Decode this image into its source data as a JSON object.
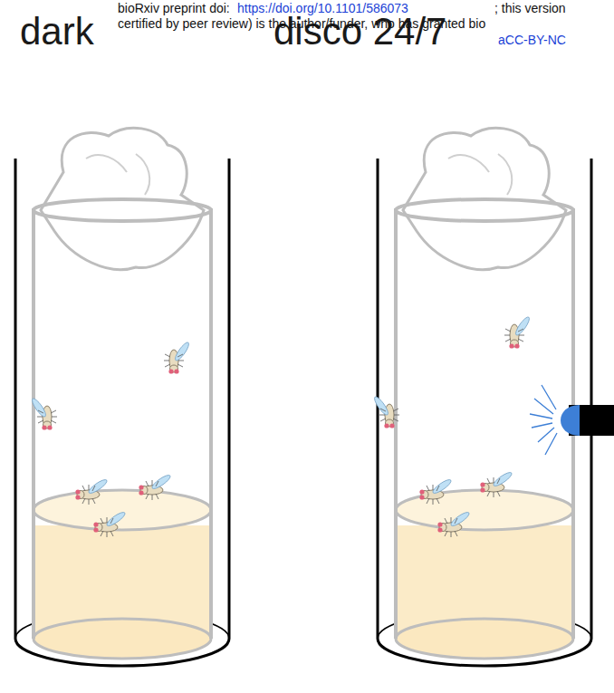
{
  "diagram": {
    "labels": [
      "dark",
      "disco 24/7",
      "bioRxiv preprint doi:",
      "https://doi.org/10.1101/586073",
      "; this version",
      "certified by peer review) is the author/funder, who has granted bio",
      "aCC-BY-NC"
    ]
  }
}
